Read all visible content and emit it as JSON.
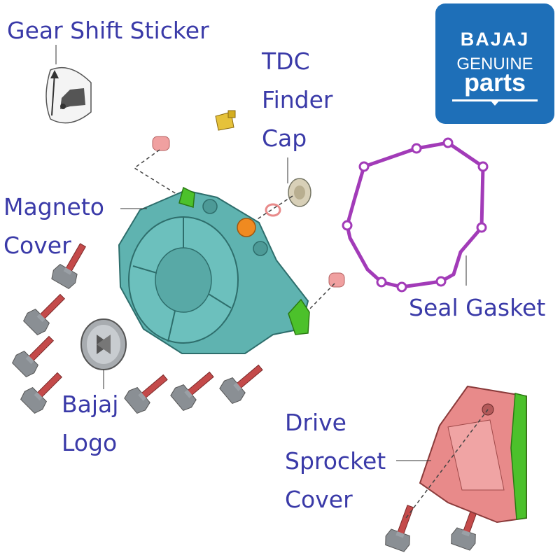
{
  "labels": {
    "gear_shift_sticker": "Gear Shift Sticker",
    "tdc_finder_cap": [
      "TDC",
      "Finder",
      "Cap"
    ],
    "magneto_cover": [
      "Magneto",
      "Cover"
    ],
    "seal_gasket": "Seal Gasket",
    "bajaj_logo": [
      "Bajaj",
      "Logo"
    ],
    "drive_sprocket_cover": [
      "Drive",
      "Sprocket",
      "Cover"
    ]
  },
  "brand_logo": {
    "line1": "BAJAJ",
    "line2": "GENUINE",
    "line3": "parts",
    "color": "#1e6fb8"
  },
  "colors": {
    "label_text": "#3a3aa8",
    "magneto_cover": "#5fb3b0",
    "gasket": "#a23bb8",
    "sprocket_cover": "#e88a8a",
    "bolt_shaft": "#c44a4a",
    "bolt_head": "#8a8f94",
    "green_part": "#4cc12b",
    "orange_part": "#f08a20"
  }
}
